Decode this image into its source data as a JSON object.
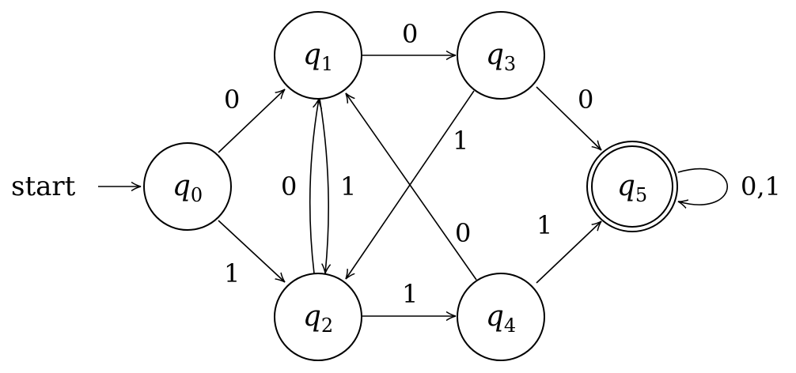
{
  "automaton": {
    "start_label": "start",
    "start_state": "q0",
    "states": [
      {
        "id": "q0",
        "name": "q",
        "subscript": "0",
        "accepting": false
      },
      {
        "id": "q1",
        "name": "q",
        "subscript": "1",
        "accepting": false
      },
      {
        "id": "q2",
        "name": "q",
        "subscript": "2",
        "accepting": false
      },
      {
        "id": "q3",
        "name": "q",
        "subscript": "3",
        "accepting": false
      },
      {
        "id": "q4",
        "name": "q",
        "subscript": "4",
        "accepting": false
      },
      {
        "id": "q5",
        "name": "q",
        "subscript": "5",
        "accepting": true
      }
    ],
    "transitions": [
      {
        "from": "q0",
        "to": "q1",
        "label": "0"
      },
      {
        "from": "q0",
        "to": "q2",
        "label": "1"
      },
      {
        "from": "q1",
        "to": "q3",
        "label": "0"
      },
      {
        "from": "q1",
        "to": "q2",
        "label": "1"
      },
      {
        "from": "q2",
        "to": "q1",
        "label": "0"
      },
      {
        "from": "q2",
        "to": "q4",
        "label": "1"
      },
      {
        "from": "q3",
        "to": "q5",
        "label": "0"
      },
      {
        "from": "q3",
        "to": "q2",
        "label": "1"
      },
      {
        "from": "q4",
        "to": "q1",
        "label": "0"
      },
      {
        "from": "q4",
        "to": "q5",
        "label": "1"
      },
      {
        "from": "q5",
        "to": "q5",
        "label": "0,1"
      }
    ]
  },
  "colors": {
    "stroke": "#000000",
    "background": "#ffffff"
  }
}
